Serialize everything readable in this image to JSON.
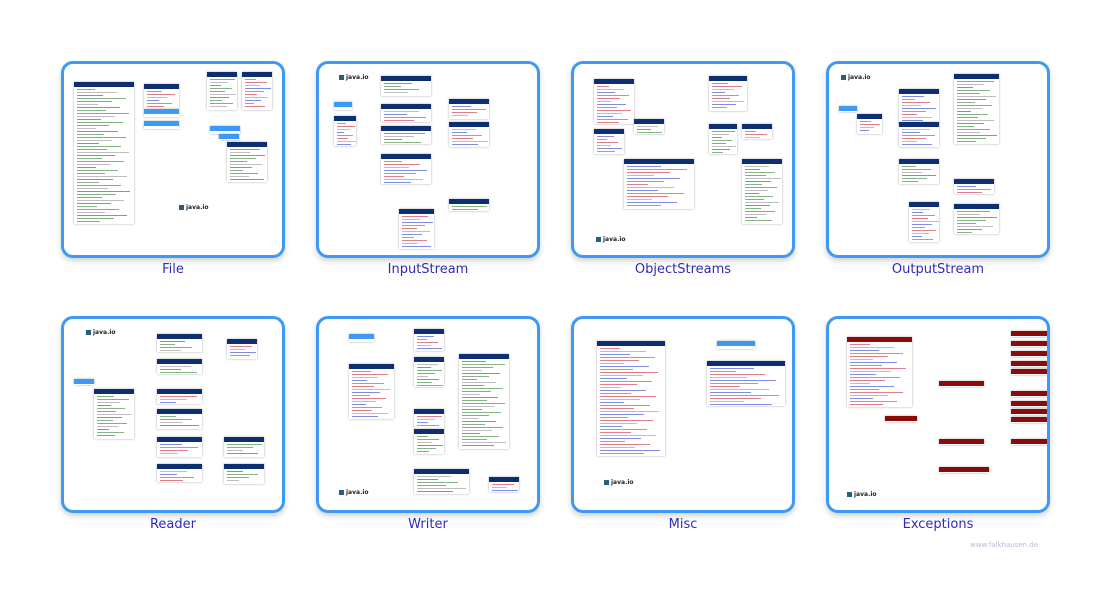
{
  "cards": [
    {
      "label": "File",
      "package": "java.io"
    },
    {
      "label": "InputStream",
      "package": "java.io"
    },
    {
      "label": "ObjectStreams",
      "package": "java.io"
    },
    {
      "label": "OutputStream",
      "package": "java.io"
    },
    {
      "label": "Reader",
      "package": "java.io"
    },
    {
      "label": "Writer",
      "package": "java.io"
    },
    {
      "label": "Misc",
      "package": "java.io"
    },
    {
      "label": "Exceptions",
      "package": "java.io"
    }
  ],
  "footer": "www.falkhausen.de",
  "colors": {
    "border": "#3d99f5",
    "label": "#2b2bbf",
    "header": "#0d2f72",
    "exception": "#8b0a0a"
  }
}
